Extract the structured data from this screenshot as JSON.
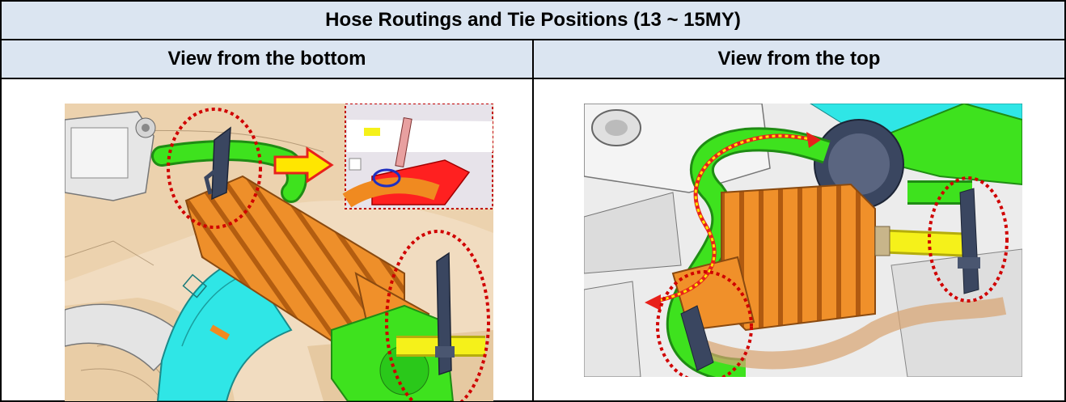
{
  "document": {
    "title": "Hose Routings and Tie Positions (13 ~ 15MY)",
    "columns": [
      {
        "heading": "View from the bottom"
      },
      {
        "heading": "View from the top"
      }
    ]
  },
  "colors": {
    "header_bg": "#dbe5f1",
    "hose_green": "#3ee21e",
    "canister_orange": "#f0902a",
    "duct_cyan": "#2fe6e6",
    "hose_yellow": "#f5f11a",
    "highlight_circle": "#d00000",
    "arrow_fill": "#ffe600",
    "arrow_outline": "#e8211b",
    "tie_dark": "#3a4660"
  },
  "figures": [
    {
      "name": "bottom-view-image",
      "callouts": [
        "tie-circle-upper",
        "tie-circle-lower",
        "zoom-inset",
        "pointer-arrow"
      ]
    },
    {
      "name": "top-view-image",
      "callouts": [
        "tie-circle-left",
        "tie-circle-right",
        "routing-path-arrow"
      ]
    }
  ]
}
